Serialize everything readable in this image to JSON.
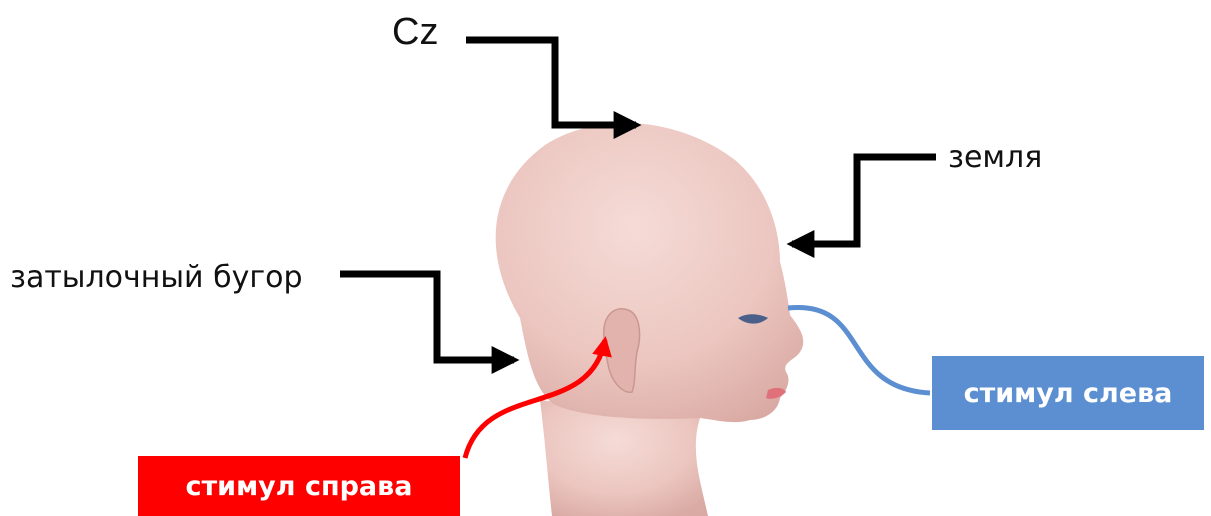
{
  "labels": {
    "cz": "Cz",
    "ground": "земля",
    "occipital": "затылочный бугор",
    "stim_right": "стимул справа",
    "stim_left": "стимул слева"
  },
  "colors": {
    "stim_right": "#ff0000",
    "stim_left": "#5b8fd1",
    "pointer": "#000000",
    "skin": "#f0c9c3"
  }
}
